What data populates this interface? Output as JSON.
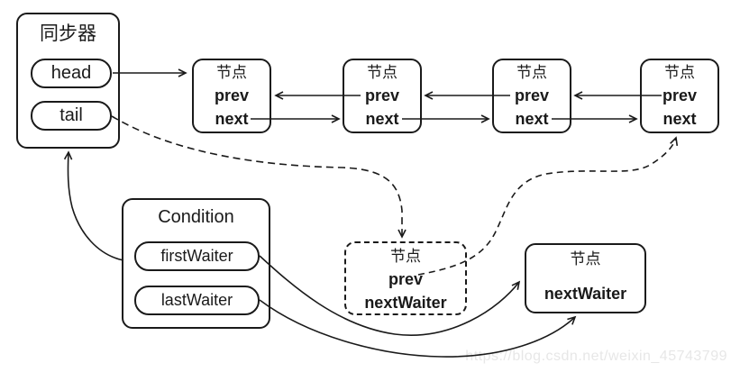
{
  "colors": {
    "line": "#1a1a1a",
    "background": "#ffffff",
    "watermark_text": "#e7e7e7"
  },
  "synchronizer": {
    "title": "同步器",
    "head_label": "head",
    "tail_label": "tail"
  },
  "sync_queue_nodes": [
    {
      "title": "节点",
      "prev_label": "prev",
      "next_label": "next"
    },
    {
      "title": "节点",
      "prev_label": "prev",
      "next_label": "next"
    },
    {
      "title": "节点",
      "prev_label": "prev",
      "next_label": "next"
    },
    {
      "title": "节点",
      "prev_label": "prev",
      "next_label": "next"
    }
  ],
  "condition": {
    "title": "Condition",
    "first_waiter_label": "firstWaiter",
    "last_waiter_label": "lastWaiter"
  },
  "transferred_node": {
    "title": "节点",
    "prev_label": "prev",
    "next_waiter_label": "nextWaiter",
    "style": "dashed"
  },
  "waiter_node": {
    "title": "节点",
    "next_waiter_label": "nextWaiter"
  },
  "edges": [
    {
      "from": "synchronizer.head",
      "to": "sync-node-1",
      "style": "solid"
    },
    {
      "from": "sync-node-2.prev",
      "to": "sync-node-1",
      "style": "solid"
    },
    {
      "from": "sync-node-1.next",
      "to": "sync-node-2",
      "style": "solid"
    },
    {
      "from": "sync-node-3.prev",
      "to": "sync-node-2",
      "style": "solid"
    },
    {
      "from": "sync-node-2.next",
      "to": "sync-node-3",
      "style": "solid"
    },
    {
      "from": "sync-node-4.prev",
      "to": "sync-node-3",
      "style": "solid"
    },
    {
      "from": "sync-node-3.next",
      "to": "sync-node-4",
      "style": "solid"
    },
    {
      "from": "synchronizer.tail",
      "to": "transferred-node",
      "style": "dashed"
    },
    {
      "from": "transferred-node.prev",
      "to": "sync-node-4",
      "style": "dashed"
    },
    {
      "from": "condition",
      "to": "synchronizer",
      "style": "solid"
    },
    {
      "from": "condition.firstWaiter",
      "to": "waiter-node",
      "style": "solid"
    },
    {
      "from": "condition.lastWaiter",
      "to": "waiter-node",
      "style": "solid"
    }
  ],
  "watermark": {
    "text": "https://blog.csdn.net/weixin_45743799"
  }
}
